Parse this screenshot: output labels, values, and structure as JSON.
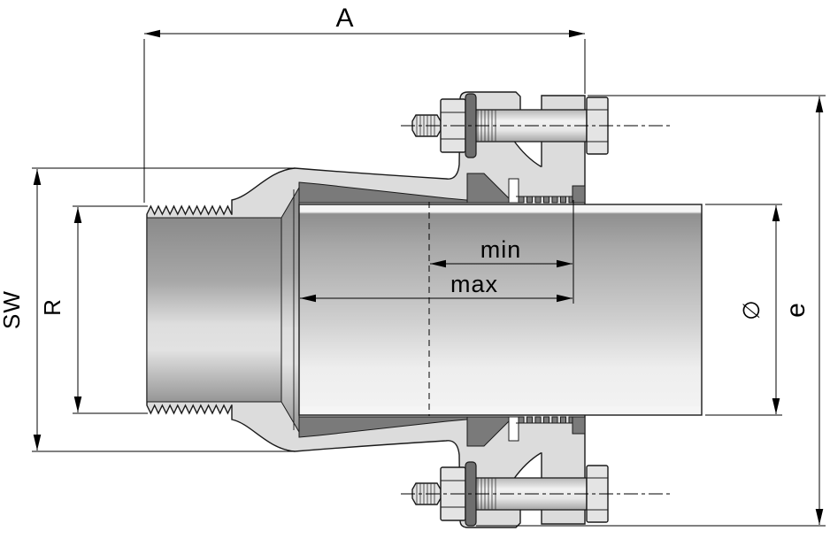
{
  "drawing": {
    "type": "technical-section",
    "subject": "pipe coupling with threaded male end and bolted compression flange",
    "dimensions": {
      "overall_length": {
        "label": "A"
      },
      "wrench_size": {
        "label": "SW"
      },
      "thread_size": {
        "label": "R"
      },
      "insertion_min": {
        "label": "min"
      },
      "insertion_max": {
        "label": "max"
      },
      "pipe_diameter": {
        "label": "∅"
      },
      "flange_extent": {
        "label": "e"
      }
    },
    "colors": {
      "outline": "#1a1a1a",
      "body": "#dcdcdc",
      "dark_metal": "#7a7a7a",
      "washer": "#6e6e6e",
      "background": "#ffffff"
    }
  }
}
